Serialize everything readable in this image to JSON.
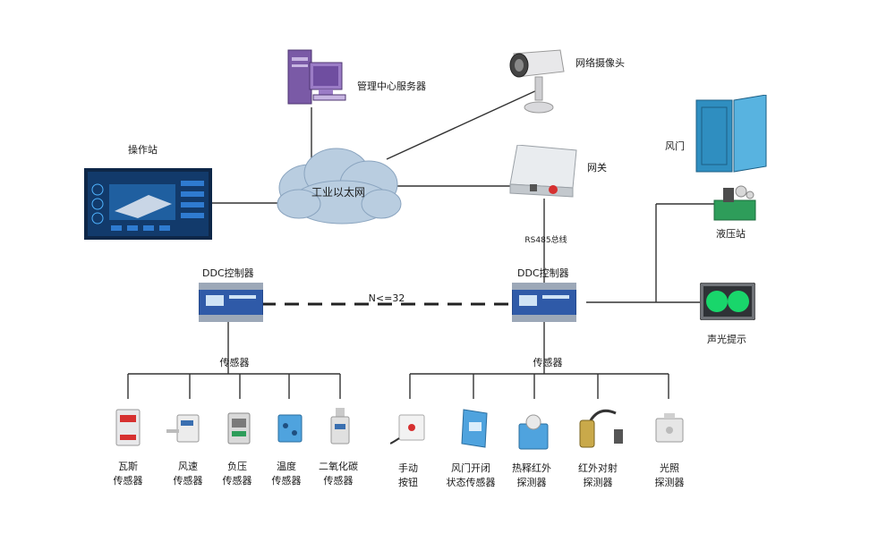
{
  "labels": {
    "server": "管理中心服务器",
    "camera": "网络摄像头",
    "station": "操作站",
    "ethernet": "工业以太网",
    "gateway": "网关",
    "rs485": "RS485总线",
    "ddc_left": "DDC控制器",
    "ddc_right": "DDC控制器",
    "bus": "N<=32",
    "door": "风门",
    "hydraulic": "液压站",
    "alarm": "声光提示",
    "sensors_left": "传感器",
    "sensors_right": "传感器"
  },
  "sensors_left": [
    {
      "line1": "瓦斯",
      "line2": "传感器"
    },
    {
      "line1": "风速",
      "line2": "传感器"
    },
    {
      "line1": "负压",
      "line2": "传感器"
    },
    {
      "line1": "温度",
      "line2": "传感器"
    },
    {
      "line1": "二氧化碳",
      "line2": "传感器"
    }
  ],
  "sensors_right": [
    {
      "line1": "手动",
      "line2": "按钮"
    },
    {
      "line1": "风门开闭",
      "line2": "状态传感器"
    },
    {
      "line1": "热释红外",
      "line2": "探测器"
    },
    {
      "line1": "红外对射",
      "line2": "探测器"
    },
    {
      "line1": "光照",
      "line2": "探测器"
    }
  ],
  "colors": {
    "wire": "#333333",
    "cloud": "#b9cde0",
    "module": "#2f5aa8",
    "door": "#2f8ec0",
    "hydraulic": "#2e9d5a",
    "alarm_light": "#19d66b"
  },
  "icons": [
    "server-icon",
    "camera-icon",
    "cloud-icon",
    "gateway-icon",
    "touchscreen-icon",
    "ddc-controller-icon",
    "door-icon",
    "hydraulic-icon",
    "alarm-icon"
  ]
}
